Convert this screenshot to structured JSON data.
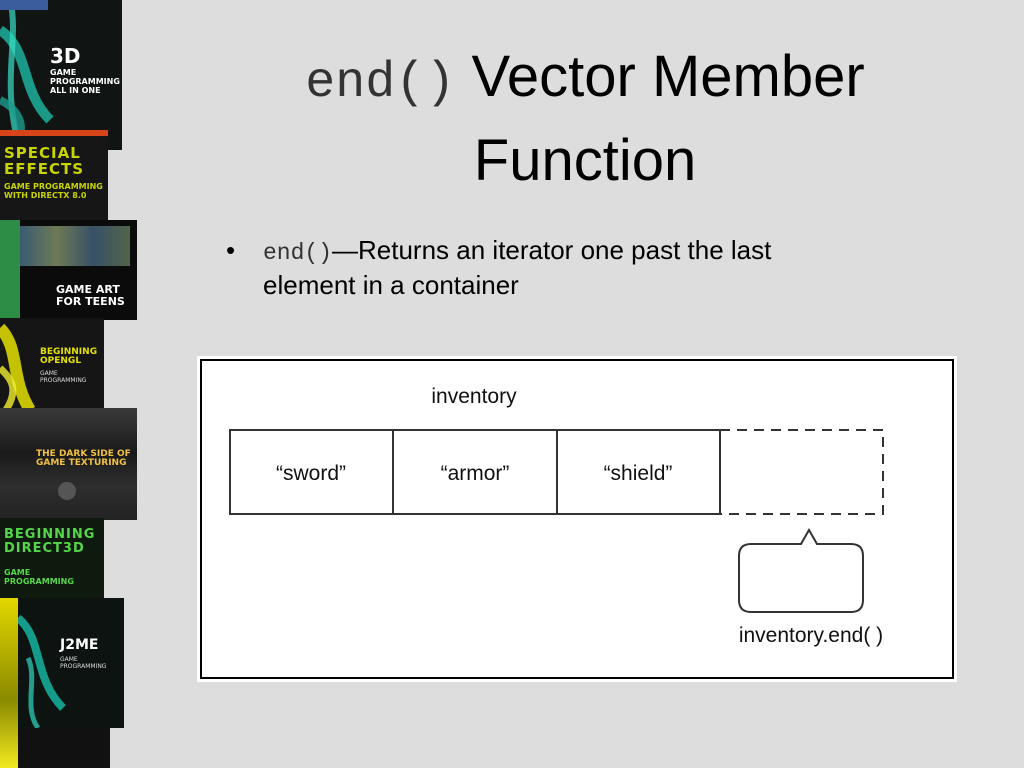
{
  "slide": {
    "title_code": "end()",
    "title_text": "Vector Member Function",
    "bullet": {
      "symbol": "•",
      "code": "end()",
      "text": "—Returns an iterator one past the last element in a container"
    }
  },
  "diagram": {
    "vector_label": "inventory",
    "elements": [
      "“sword”",
      "“armor”",
      "“shield”"
    ],
    "iterator_label": "inventory.end( )"
  },
  "sidebar_covers": [
    {
      "title": "3D",
      "subtitle": "GAME PROGRAMMING ALL IN ONE",
      "accent": "#1db9a6"
    },
    {
      "title": "SPECIAL EFFECTS",
      "subtitle": "GAME PROGRAMMING WITH DIRECTX 8.0",
      "accent": "#c8d400"
    },
    {
      "title": "GAME ART FOR TEENS",
      "subtitle": "",
      "accent": "#3aa0d8"
    },
    {
      "title": "BEGINNING OPENGL",
      "subtitle": "GAME PROGRAMMING",
      "accent": "#e3e100"
    },
    {
      "title": "THE DARK SIDE OF GAME TEXTURING",
      "subtitle": "",
      "accent": "#e0a020"
    },
    {
      "title": "BEGINNING DIRECT3D",
      "subtitle": "GAME PROGRAMMING",
      "accent": "#56d64a"
    },
    {
      "title": "J2ME",
      "subtitle": "GAME PROGRAMMING",
      "accent": "#18b4a0"
    }
  ]
}
